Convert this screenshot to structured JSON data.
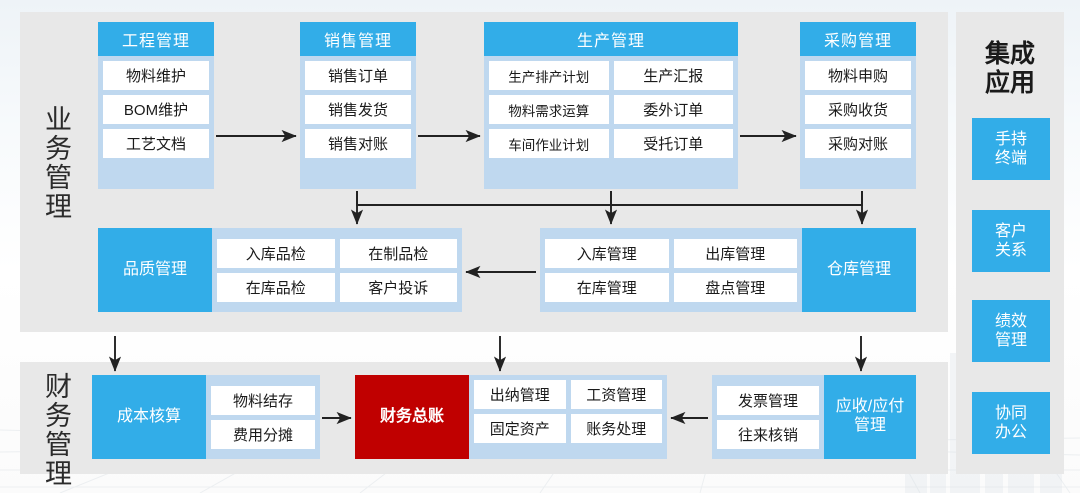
{
  "sections": {
    "business": {
      "label": "业务管理"
    },
    "finance": {
      "label": "财务管理"
    },
    "apps": {
      "title_line1": "集成",
      "title_line2": "应用"
    }
  },
  "colors": {
    "accent_blue": "#32ade8",
    "light_blue": "#bfd8ef",
    "panel_gray": "#e8e8e8",
    "red": "#c00000",
    "white": "#ffffff",
    "arrow": "#222222"
  },
  "business_row1": [
    {
      "header": "工程管理",
      "columns": 1,
      "cells": [
        "物料维护",
        "BOM维护",
        "工艺文档"
      ]
    },
    {
      "header": "销售管理",
      "columns": 1,
      "cells": [
        "销售订单",
        "销售发货",
        "销售对账"
      ]
    },
    {
      "header": "生产管理",
      "columns": 2,
      "cells": [
        "生产排产计划",
        "生产汇报",
        "物料需求运算",
        "委外订单",
        "车间作业计划",
        "受托订单"
      ]
    },
    {
      "header": "采购管理",
      "columns": 1,
      "cells": [
        "物料申购",
        "采购收货",
        "采购对账"
      ]
    }
  ],
  "business_row2": [
    {
      "block_label": "品质管理",
      "block_side": "left",
      "block_style": "blue",
      "cells": [
        "入库品检",
        "在制品检",
        "在库品检",
        "客户投诉"
      ]
    },
    {
      "block_label": "仓库管理",
      "block_side": "right",
      "block_style": "blue",
      "cells": [
        "入库管理",
        "出库管理",
        "在库管理",
        "盘点管理"
      ]
    }
  ],
  "finance_row": [
    {
      "block_label": "成本核算",
      "block_side": "left",
      "block_style": "blue",
      "cells": [
        "物料结存",
        "费用分摊"
      ]
    },
    {
      "block_label": "财务总账",
      "block_side": "standalone",
      "block_style": "red",
      "cells": []
    },
    {
      "block_label": "",
      "block_side": "none",
      "block_style": "none",
      "cells": [
        "出纳管理",
        "工资管理",
        "固定资产",
        "账务处理"
      ]
    },
    {
      "block_label": "应收/应付\n管理",
      "block_side": "right",
      "block_style": "blue",
      "cells": [
        "发票管理",
        "往来核销"
      ]
    }
  ],
  "apps": [
    {
      "line1": "手持",
      "line2": "终端"
    },
    {
      "line1": "客户",
      "line2": "关系"
    },
    {
      "line1": "绩效",
      "line2": "管理"
    },
    {
      "line1": "协同",
      "line2": "办公"
    }
  ]
}
